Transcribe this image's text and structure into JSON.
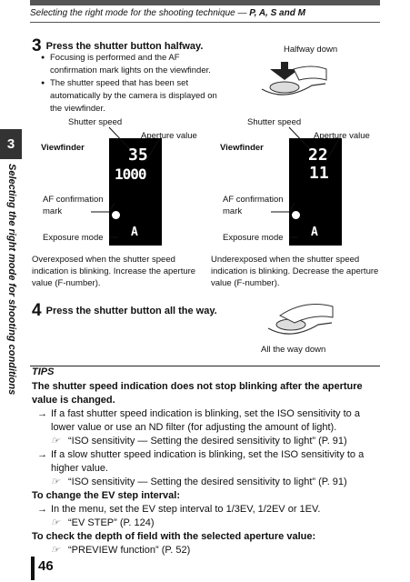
{
  "header": {
    "text": "Selecting the right mode for the shooting technique —",
    "modes": "P, A, S and M"
  },
  "chapter": {
    "number": "3",
    "side_label": "Selecting the right mode for shooting conditions"
  },
  "step3": {
    "number": "3",
    "title": "Press the shutter button halfway.",
    "bullets": [
      "Focusing is performed and the AF confirmation mark lights on the viewfinder.",
      "The shutter speed that has been set automatically by the camera is displayed on the viewfinder."
    ],
    "halfway_label": "Halfway down"
  },
  "left_vf": {
    "shutter_label": "Shutter speed",
    "aperture_label": "Aperture value",
    "viewfinder_label": "Viewfinder",
    "af_label": "AF confirmation mark",
    "exposure_label": "Exposure mode",
    "shutter_value": "35",
    "aperture_value": "1000",
    "mode_value": "A",
    "note": "Overexposed when the shutter speed indication is blinking. Increase the aperture value (F-number)."
  },
  "right_vf": {
    "shutter_label": "Shutter speed",
    "aperture_label": "Aperture value",
    "viewfinder_label": "Viewfinder",
    "af_label": "AF confirmation mark",
    "exposure_label": "Exposure mode",
    "shutter_value": "22",
    "aperture_value": "11",
    "mode_value": "A",
    "note": "Underexposed when the shutter speed indication is blinking. Decrease the aperture value (F-number)."
  },
  "step4": {
    "number": "4",
    "title": "Press the shutter button all the way.",
    "all_way_label": "All the way down"
  },
  "tips": {
    "title": "TIPS",
    "q1": "The shutter speed indication does not stop blinking after the aperture value is changed.",
    "a1": "If a fast shutter speed indication is blinking, set the ISO sensitivity to a lower value or use an ND filter (for adjusting the amount of light).",
    "r1": "“ISO sensitivity — Setting the desired sensitivity to light” (P. 91)",
    "a2": "If a slow shutter speed indication is blinking, set the ISO sensitivity to a higher value.",
    "r2": "“ISO sensitivity — Setting the desired sensitivity to light” (P. 91)",
    "q2": "To change the EV step interval:",
    "a3": "In the menu, set the EV step interval to 1/3EV, 1/2EV or 1EV.",
    "r3": "“EV STEP” (P. 124)",
    "q3": "To check the depth of field with the selected aperture value:",
    "r4": "“PREVIEW function” (P. 52)"
  },
  "page": {
    "number": "46"
  }
}
